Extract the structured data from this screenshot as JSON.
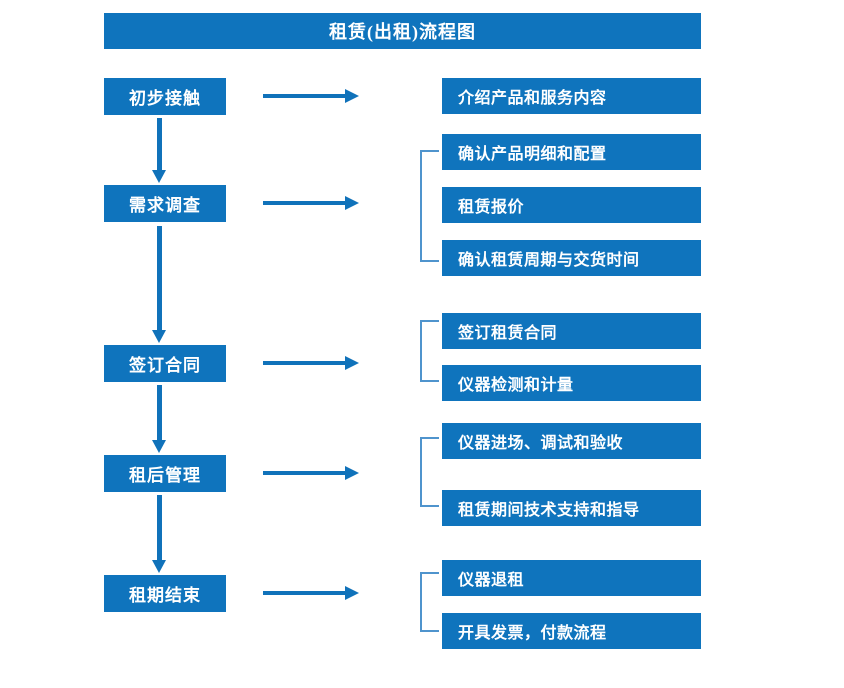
{
  "diagram": {
    "title": "租赁(出租)流程图",
    "colors": {
      "box_blue": "#0f74bd",
      "arrow_blue": "#1072ba",
      "bracket_blue": "#4f94cd",
      "box_text": "#ffffff",
      "background": "#ffffff"
    },
    "stages": [
      {
        "label": "初步接触"
      },
      {
        "label": "需求调查"
      },
      {
        "label": "签订合同"
      },
      {
        "label": "租后管理"
      },
      {
        "label": "租期结束"
      }
    ],
    "details": [
      {
        "label": "介绍产品和服务内容"
      },
      {
        "label": "确认产品明细和配置"
      },
      {
        "label": "租赁报价"
      },
      {
        "label": "确认租赁周期与交货时间"
      },
      {
        "label": "签订租赁合同"
      },
      {
        "label": "仪器检测和计量"
      },
      {
        "label": "仪器进场、调试和验收"
      },
      {
        "label": "租赁期间技术支持和指导"
      },
      {
        "label": "仪器退租"
      },
      {
        "label": "开具发票，付款流程"
      }
    ]
  }
}
